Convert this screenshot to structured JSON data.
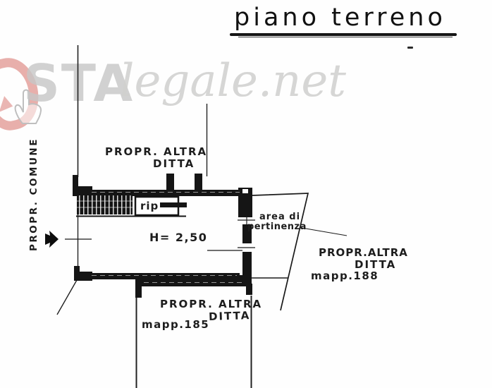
{
  "document": {
    "title": "piano terreno"
  },
  "watermark": {
    "bold_text": "STA",
    "italic_text": "legale.net",
    "colors": {
      "red": "#d4726c",
      "gray_bold": "#c7c7c7",
      "gray_italic": "#d0d0ce"
    }
  },
  "plan": {
    "room": {
      "height_label": "H= 2,50",
      "closet_label": "rip"
    },
    "pertinence": {
      "line1": "area di",
      "line2": "pertinenza"
    },
    "neighbors": {
      "left": "PROPR. COMUNE",
      "top": {
        "line1": "PROPR. ALTRA",
        "line2": "DITTA"
      },
      "right": {
        "line1": "PROPR.ALTRA",
        "line2": "DITTA",
        "line3": "mapp.188"
      },
      "bottom": {
        "line1": "PROPR. ALTRA",
        "line2": "DITTA",
        "line3": "mapp.185"
      }
    }
  },
  "icons": {
    "entrance_arrow": "right-arrow",
    "hand_cursor": "hand-pointer"
  },
  "colors": {
    "ink": "#151515",
    "paper": "#fefefe"
  }
}
